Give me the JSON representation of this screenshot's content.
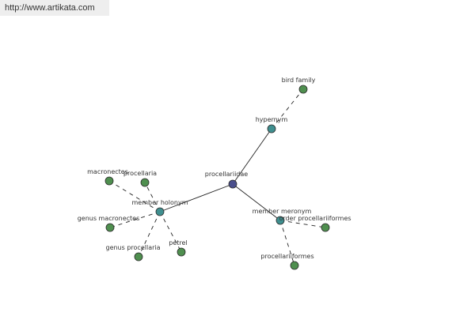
{
  "banner": {
    "url": "http://www.artikata.com"
  },
  "colors": {
    "center_node": "#4a4f8c",
    "relation_node": "#3f8f8f",
    "leaf_node": "#4f8f4f",
    "node_stroke": "#2b2b2b",
    "edge": "#222222"
  },
  "graph": {
    "nodes": [
      {
        "id": "procellariidae",
        "label": "procellariidae",
        "kind": "center"
      },
      {
        "id": "hypernym",
        "label": "hypernym",
        "kind": "relation"
      },
      {
        "id": "bird-family",
        "label": "bird family",
        "kind": "leaf"
      },
      {
        "id": "member-holonym",
        "label": "member holonym",
        "kind": "relation"
      },
      {
        "id": "macronectes",
        "label": "macronectes",
        "kind": "leaf"
      },
      {
        "id": "procellaria",
        "label": "procellaria",
        "kind": "leaf"
      },
      {
        "id": "genus-macronectes",
        "label": "genus macronectes",
        "kind": "leaf"
      },
      {
        "id": "genus-procellaria",
        "label": "genus procellaria",
        "kind": "leaf"
      },
      {
        "id": "petrel",
        "label": "petrel",
        "kind": "leaf"
      },
      {
        "id": "member-meronym",
        "label": "member meronym",
        "kind": "relation"
      },
      {
        "id": "order-procellariiformes",
        "label": "order procellariiformes",
        "kind": "leaf"
      },
      {
        "id": "procellariiformes",
        "label": "procellariiformes",
        "kind": "leaf"
      }
    ],
    "edges": [
      {
        "from": "procellariidae",
        "to": "hypernym",
        "style": "solid"
      },
      {
        "from": "procellariidae",
        "to": "member-holonym",
        "style": "solid"
      },
      {
        "from": "procellariidae",
        "to": "member-meronym",
        "style": "solid"
      },
      {
        "from": "hypernym",
        "to": "bird-family",
        "style": "dashed"
      },
      {
        "from": "member-holonym",
        "to": "macronectes",
        "style": "dashed"
      },
      {
        "from": "member-holonym",
        "to": "procellaria",
        "style": "dashed"
      },
      {
        "from": "member-holonym",
        "to": "genus-macronectes",
        "style": "dashed"
      },
      {
        "from": "member-holonym",
        "to": "genus-procellaria",
        "style": "dashed"
      },
      {
        "from": "member-holonym",
        "to": "petrel",
        "style": "dashed"
      },
      {
        "from": "member-meronym",
        "to": "order-procellariiformes",
        "style": "dashed"
      },
      {
        "from": "member-meronym",
        "to": "procellariiformes",
        "style": "dashed"
      }
    ]
  }
}
